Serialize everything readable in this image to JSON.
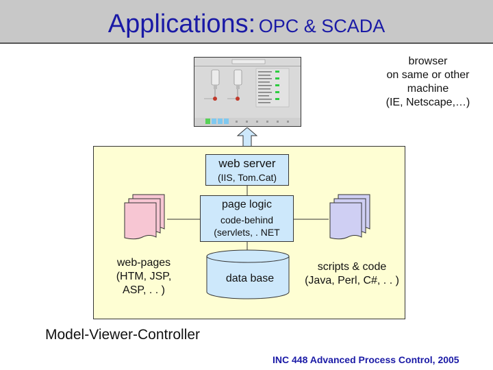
{
  "title": {
    "main": "Applications:",
    "sub": "OPC & SCADA"
  },
  "browser": {
    "label_lines": [
      "browser",
      "on same or other",
      "machine",
      "(IE, Netscape,…)"
    ]
  },
  "web_server": {
    "title": "web server",
    "subtitle": "(IIS, Tom.Cat)"
  },
  "page_logic": {
    "title": "page logic",
    "line1": "code-behind",
    "line2": "(servlets, . NET"
  },
  "web_pages": {
    "label_lines": [
      "web-pages",
      "(HTM, JSP,",
      "ASP, . . )"
    ]
  },
  "database": {
    "label": "data base"
  },
  "scripts": {
    "label_lines": [
      "scripts & code",
      "(Java, Perl, C#, . . )"
    ]
  },
  "mvc_label": "Model-Viewer-Controller",
  "footer": "INC 448 Advanced Process Control, 2005",
  "colors": {
    "title_blue": "#1a1aa6",
    "server_bg": "#fefed3",
    "box_blue": "#cde8fb",
    "pages_pink": "#f7c6d3",
    "scripts_lilac": "#cfcff3"
  }
}
